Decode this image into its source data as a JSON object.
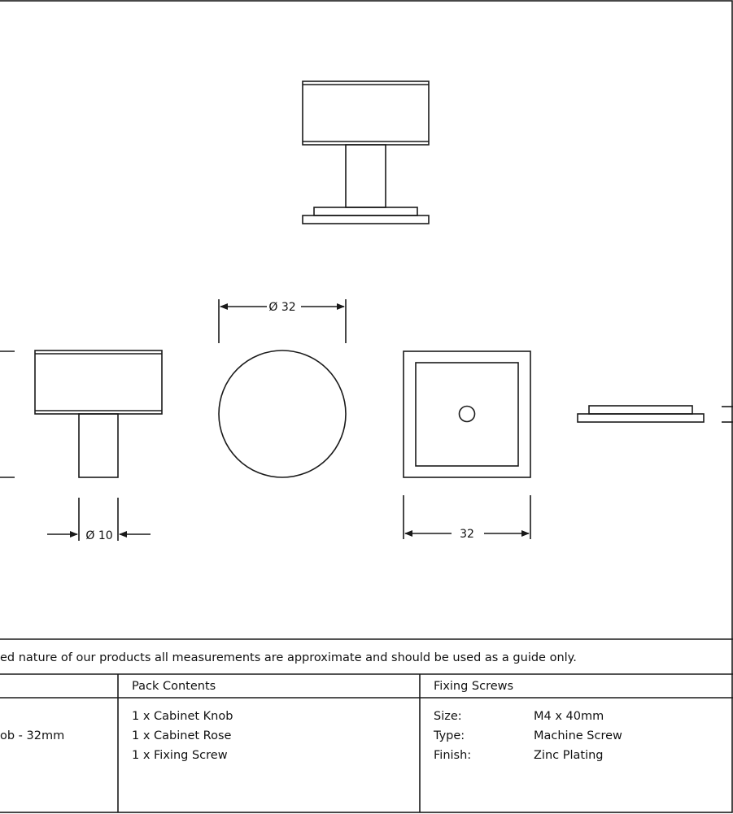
{
  "colors": {
    "line": "#1a1a1a",
    "background": "#ffffff"
  },
  "drawing": {
    "top_view_name": "knob-top-view",
    "dimensions": {
      "knob_diameter": "Ø 32",
      "spindle_diameter": "Ø 10",
      "rose_width": "32"
    }
  },
  "notice": {
    "text": "ed nature of our products all measurements are approximate and should be used as a guide only."
  },
  "table": {
    "product": {
      "description": "ob - 32mm"
    },
    "pack_contents": {
      "header": "Pack Contents",
      "items": [
        "1 x Cabinet Knob",
        "1 x Cabinet Rose",
        "1 x Fixing Screw"
      ]
    },
    "fixing_screws": {
      "header": "Fixing Screws",
      "rows": [
        {
          "label": "Size:",
          "value": "M4 x 40mm"
        },
        {
          "label": "Type:",
          "value": "Machine Screw"
        },
        {
          "label": "Finish:",
          "value": "Zinc Plating"
        }
      ]
    }
  }
}
